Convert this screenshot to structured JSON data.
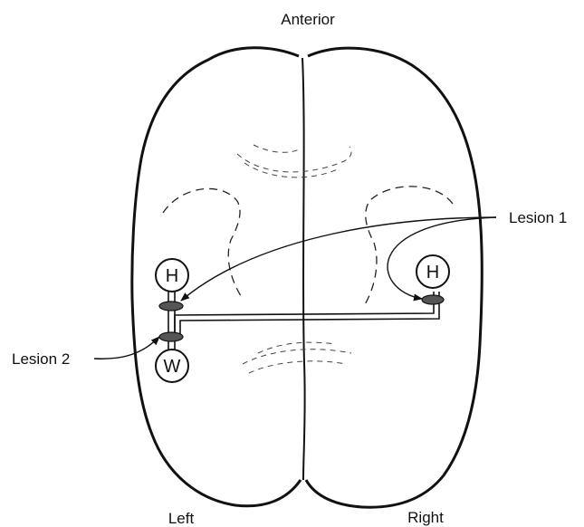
{
  "labels": {
    "top": "Anterior",
    "bottom_left": "Left",
    "bottom_right": "Right",
    "lesion_1": "Lesion 1",
    "lesion_2": "Lesion 2"
  },
  "nodes": {
    "left_h": "H",
    "left_w": "W",
    "right_h": "H"
  },
  "colors": {
    "ink": "#111111",
    "background": "#ffffff"
  }
}
